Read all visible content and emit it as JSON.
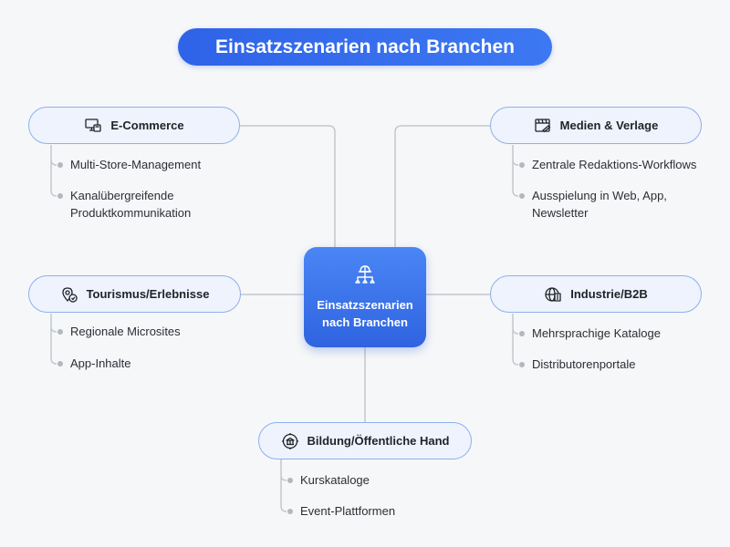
{
  "title": "Einsatzszenarien nach Branchen",
  "center": {
    "line1": "Einsatzszenarien",
    "line2": "nach Branchen",
    "icon": "network-hub-icon"
  },
  "branches": {
    "ecommerce": {
      "label": "E-Commerce",
      "icon": "computer-store-icon",
      "items": [
        "Multi-Store-Management",
        "Kanalübergreifende",
        "Produktkommunikation"
      ]
    },
    "medien": {
      "label": "Medien & Verlage",
      "icon": "media-editor-icon",
      "items": [
        "Zentrale Redaktions-Workflows",
        "Ausspielung in Web, App,",
        "Newsletter"
      ]
    },
    "tourismus": {
      "label": "Tourismus/Erlebnisse",
      "icon": "location-map-icon",
      "items": [
        "Regionale Microsites",
        "App-Inhalte"
      ]
    },
    "industrie": {
      "label": "Industrie/B2B",
      "icon": "globe-building-icon",
      "items": [
        "Mehrsprachige Kataloge",
        "Distributorenportale"
      ]
    },
    "bildung": {
      "label": "Bildung/Öffentliche Hand",
      "icon": "institution-icon",
      "items": [
        "Kurskataloge",
        "Event-Plattformen"
      ]
    }
  },
  "colors": {
    "accent": "#2f63e8",
    "pill_fill": "#eef3fd",
    "pill_border": "#8eb0ec",
    "connector": "#c4c8cd",
    "bullet": "#b3b8bf"
  }
}
